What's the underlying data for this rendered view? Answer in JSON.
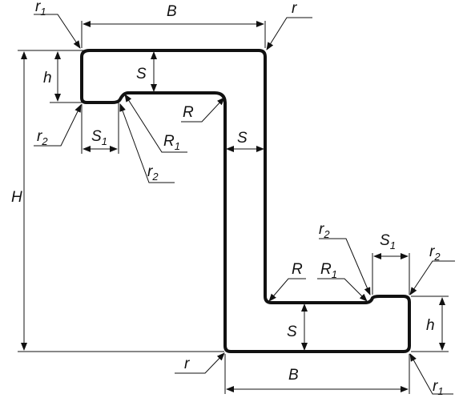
{
  "labels": {
    "B": "B",
    "H": "H",
    "h": "h",
    "S": "S",
    "S1": "S",
    "S1_sub": "1",
    "R": "R",
    "R1": "R",
    "R1_sub": "1",
    "r": "r",
    "r1": "r",
    "r1_sub": "1",
    "r2": "r",
    "r2_sub": "2"
  }
}
